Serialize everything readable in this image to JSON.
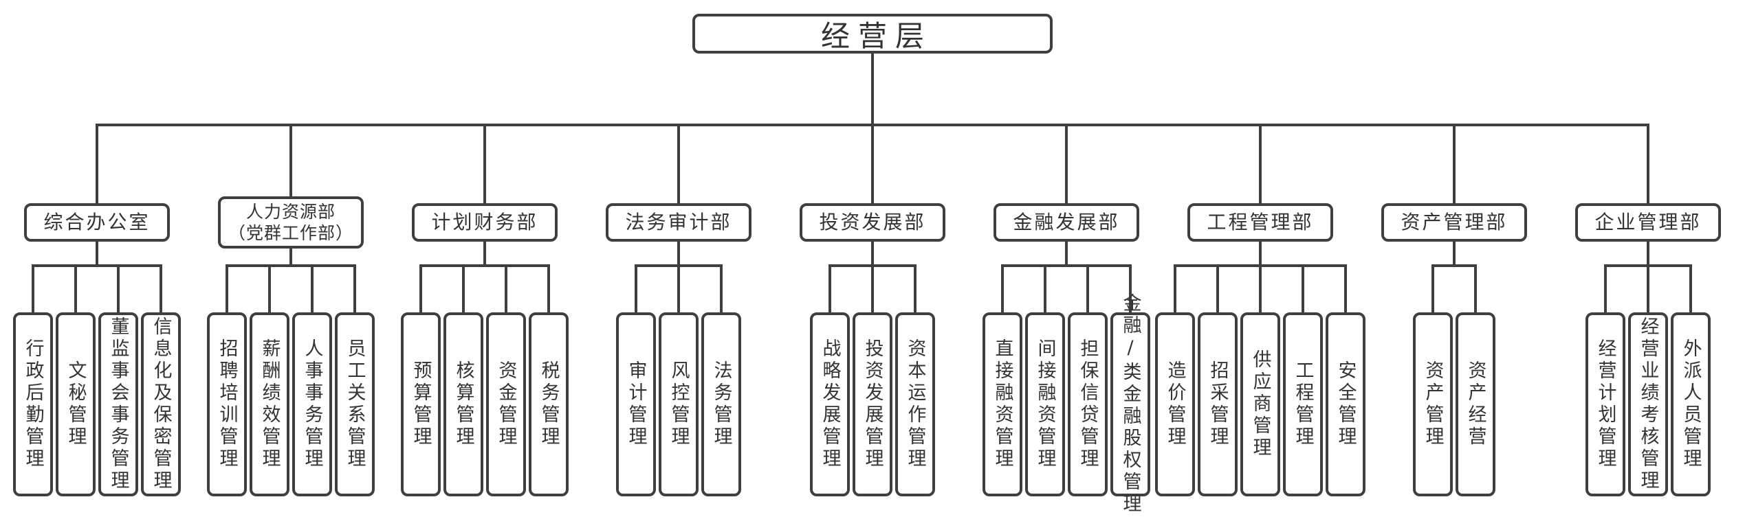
{
  "root": {
    "label": "经营层"
  },
  "departments": [
    {
      "name": "综合办公室",
      "children": [
        "行政后勤管理",
        "文秘管理",
        "董监事会事务管理",
        "信息化及保密管理"
      ]
    },
    {
      "name": "人力资源部",
      "name2": "（党群工作部）",
      "children": [
        "招聘培训管理",
        "薪酬绩效管理",
        "人事事务管理",
        "员工关系管理"
      ]
    },
    {
      "name": "计划财务部",
      "children": [
        "预算管理",
        "核算管理",
        "资金管理",
        "税务管理"
      ]
    },
    {
      "name": "法务审计部",
      "children": [
        "审计管理",
        "风控管理",
        "法务管理"
      ]
    },
    {
      "name": "投资发展部",
      "children": [
        "战略发展管理",
        "投资发展管理",
        "资本运作管理"
      ]
    },
    {
      "name": "金融发展部",
      "children": [
        "直接融资管理",
        "间接融资管理",
        "担保信贷管理",
        "金融/类金融股权管理"
      ]
    },
    {
      "name": "工程管理部",
      "children": [
        "造价管理",
        "招采管理",
        "供应商管理",
        "工程管理",
        "安全管理"
      ]
    },
    {
      "name": "资产管理部",
      "children": [
        "资产管理",
        "资产经营"
      ]
    },
    {
      "name": "企业管理部",
      "children": [
        "经营计划管理",
        "经营业绩考核管理",
        "外派人员管理"
      ]
    }
  ],
  "colors": {
    "line": "#3f3f3f",
    "text": "#333333",
    "background": "#ffffff"
  }
}
